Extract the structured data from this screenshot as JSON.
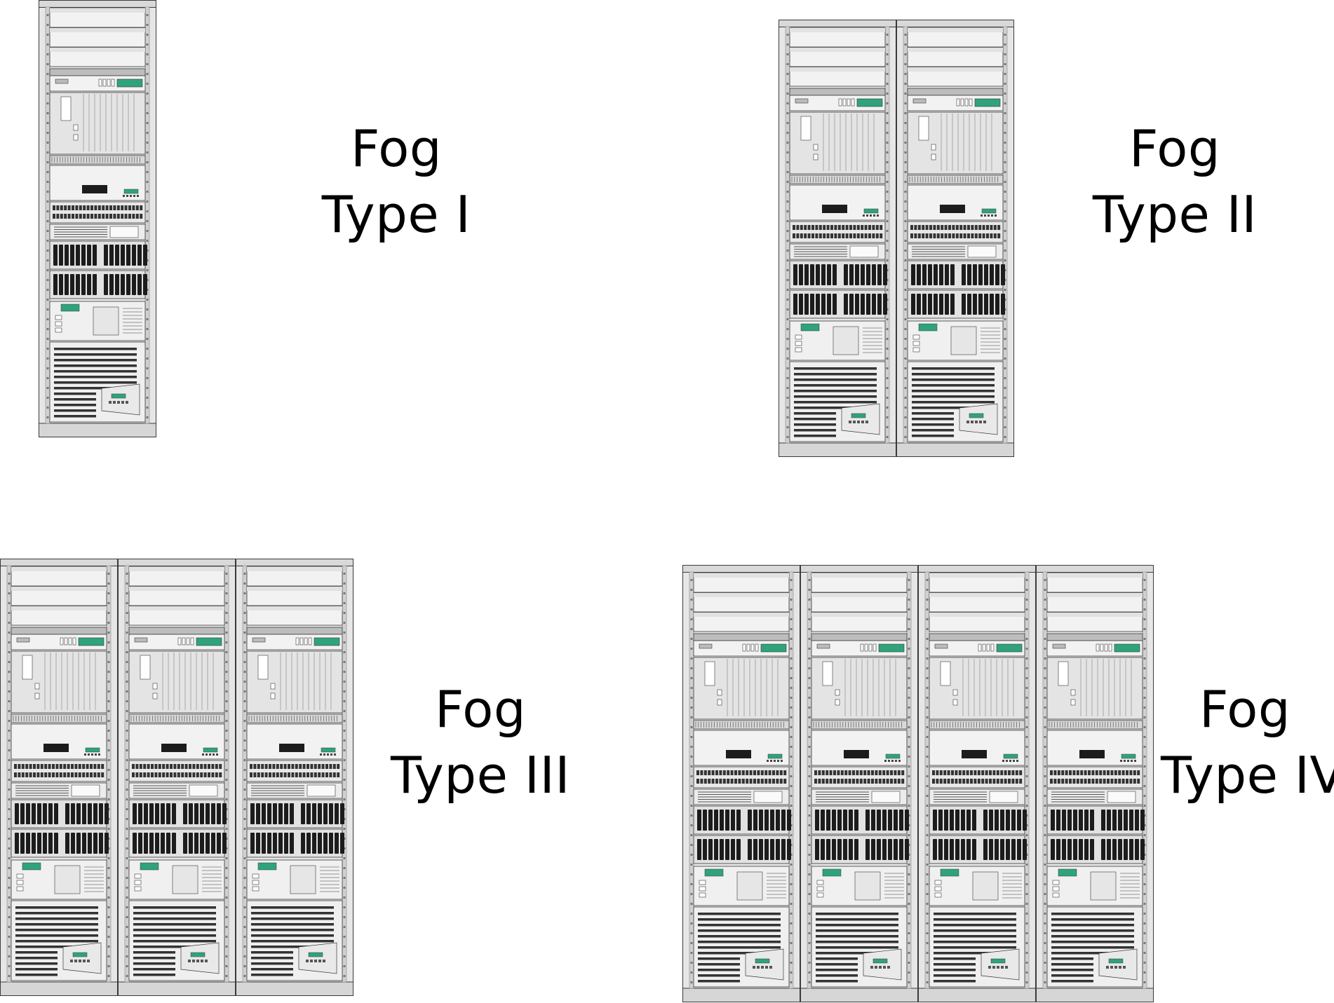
{
  "groups": [
    {
      "id": "type-1",
      "line1": "Fog",
      "line2": "Type I",
      "rack_count": 1
    },
    {
      "id": "type-2",
      "line1": "Fog",
      "line2": "Type II",
      "rack_count": 2
    },
    {
      "id": "type-3",
      "line1": "Fog",
      "line2": "Type III",
      "rack_count": 3
    },
    {
      "id": "type-4",
      "line1": "Fog",
      "line2": "Type IV",
      "rack_count": 4
    }
  ],
  "colors": {
    "rack_frame": "#e6e6e6",
    "panel_light": "#f2f2f2",
    "panel_dark": "#cfcfcf",
    "outline": "#3a3a3a",
    "drive_black": "#1c1c1c",
    "display_green": "#2fa37a",
    "background": "#ffffff"
  }
}
